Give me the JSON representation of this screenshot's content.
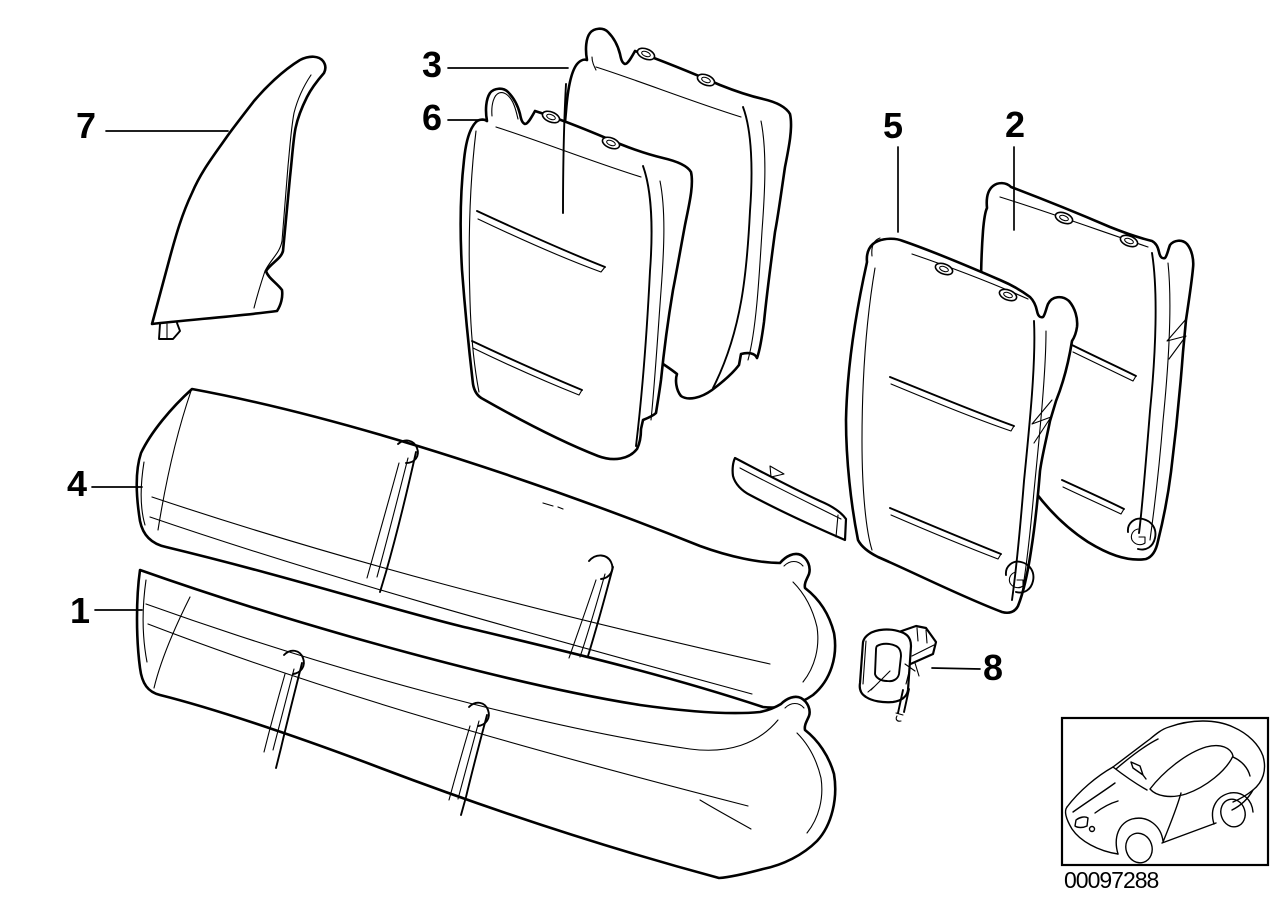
{
  "figure": {
    "callouts": [
      {
        "text": "1"
      },
      {
        "text": "2"
      },
      {
        "text": "3"
      },
      {
        "text": "4"
      },
      {
        "text": "5"
      },
      {
        "text": "6"
      },
      {
        "text": "7"
      },
      {
        "text": "8"
      }
    ],
    "part_number": "00097288",
    "colors": {
      "line_color": "#000000",
      "background": "#ffffff"
    }
  }
}
